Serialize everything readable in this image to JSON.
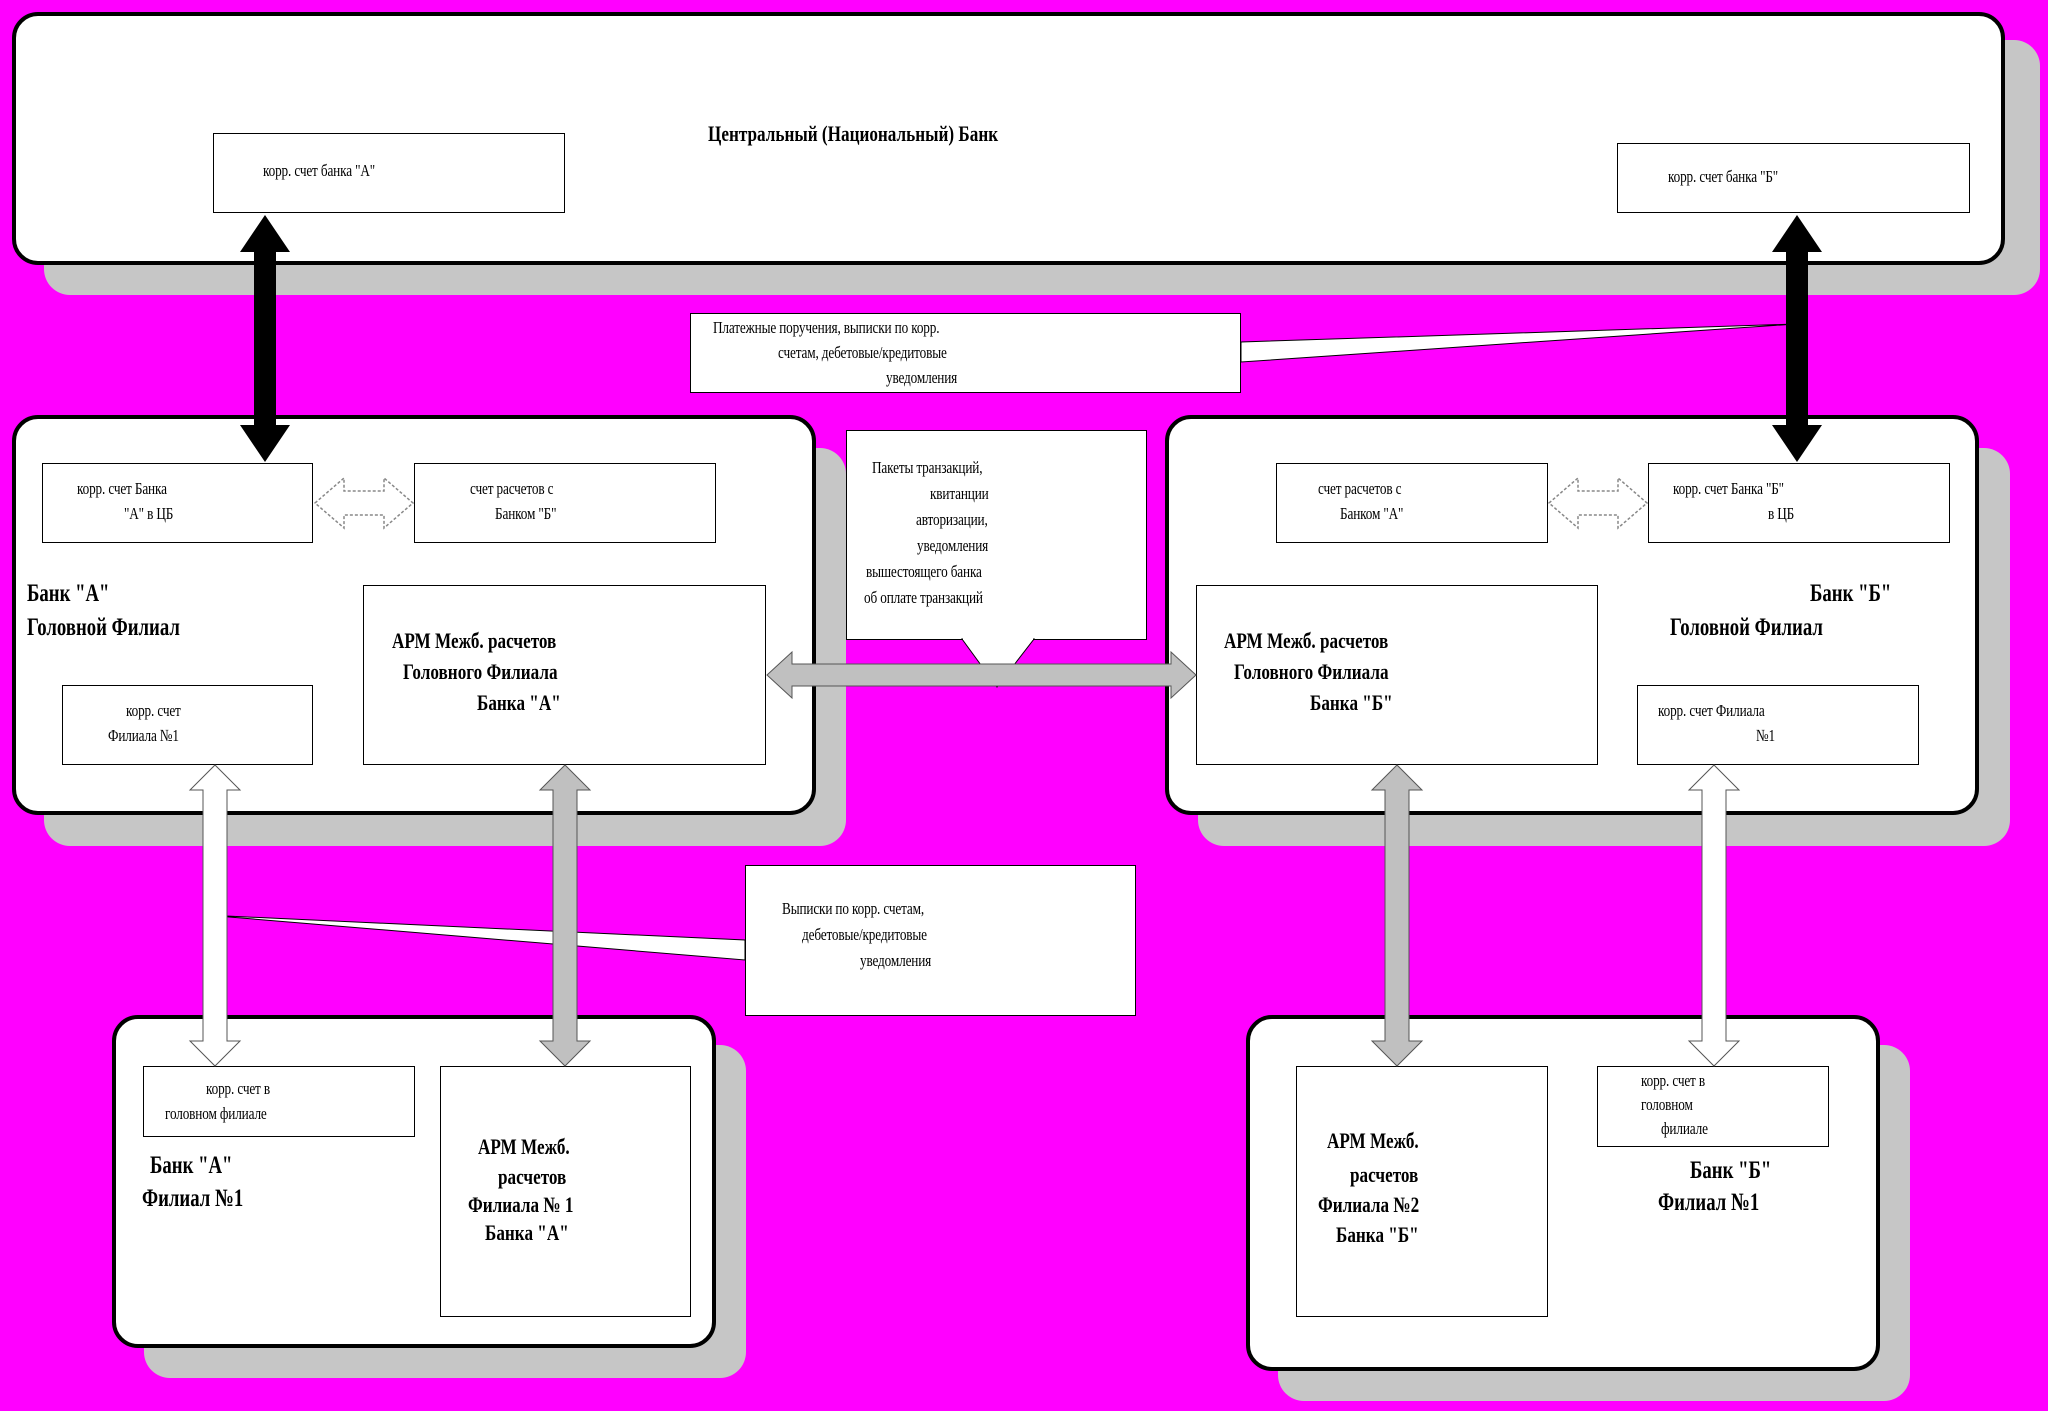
{
  "central_bank": {
    "title": "Центральный (Национальный) Банк",
    "acct_a": "корр. счет банка \"А\"",
    "acct_b": "корр. счет банка \"Б\""
  },
  "note_top": {
    "line1": "Платежные поручения, выписки по корр.",
    "line2": "счетам, дебетовые/кредитовые",
    "line3": "уведомления"
  },
  "note_center": {
    "line1": "Пакеты транзакций,",
    "line2": "квитанции",
    "line3": "авторизации,",
    "line4": "уведомления",
    "line5": "вышестоящего банка",
    "line6": "об оплате транзакций"
  },
  "note_bottom": {
    "line1": "Выписки по корр. счетам,",
    "line2": "дебетовые/кредитовые",
    "line3": "уведомления"
  },
  "bank_a_head": {
    "label1": "Банк \"А\"",
    "label2": "Головной Филиал",
    "corr_cb_1": "корр. счет Банка",
    "corr_cb_2": "\"А\" в ЦБ",
    "settle_1": "счет расчетов с",
    "settle_2": "Банком \"Б\"",
    "branch_acct_1": "корр. счет",
    "branch_acct_2": "Филиала №1",
    "arm_1": "АРМ Межб. расчетов",
    "arm_2": "Головного Филиала",
    "arm_3": "Банка \"А\""
  },
  "bank_b_head": {
    "label1": "Банк \"Б\"",
    "label2": "Головной Филиал",
    "settle_1": "счет расчетов с",
    "settle_2": "Банком \"А\"",
    "corr_cb_1": "корр. счет Банка \"Б\"",
    "corr_cb_2": "в ЦБ",
    "branch_acct_1": "корр. счет Филиала",
    "branch_acct_2": "№1",
    "arm_1": "АРМ Межб. расчетов",
    "arm_2": "Головного Филиала",
    "arm_3": "Банка \"Б\""
  },
  "bank_a_branch": {
    "label1": "Банк \"А\"",
    "label2": "Филиал №1",
    "acct_1": "корр. счет в",
    "acct_2": "головном филиале",
    "arm_1": "АРМ Межб.",
    "arm_2": "расчетов",
    "arm_3": "Филиала № 1",
    "arm_4": "Банка \"А\""
  },
  "bank_b_branch": {
    "label1": "Банк \"Б\"",
    "label2": "Филиал №1",
    "acct_1": "корр. счет в",
    "acct_2": "головном",
    "acct_3": "филиале",
    "arm_1": "АРМ Межб.",
    "arm_2": "расчетов",
    "arm_3": "Филиала №2",
    "arm_4": "Банка \"Б\""
  },
  "colors": {
    "background": "#ff00ff",
    "shadow": "#c6c6c6",
    "arrow_gray": "#c0c0c0"
  }
}
